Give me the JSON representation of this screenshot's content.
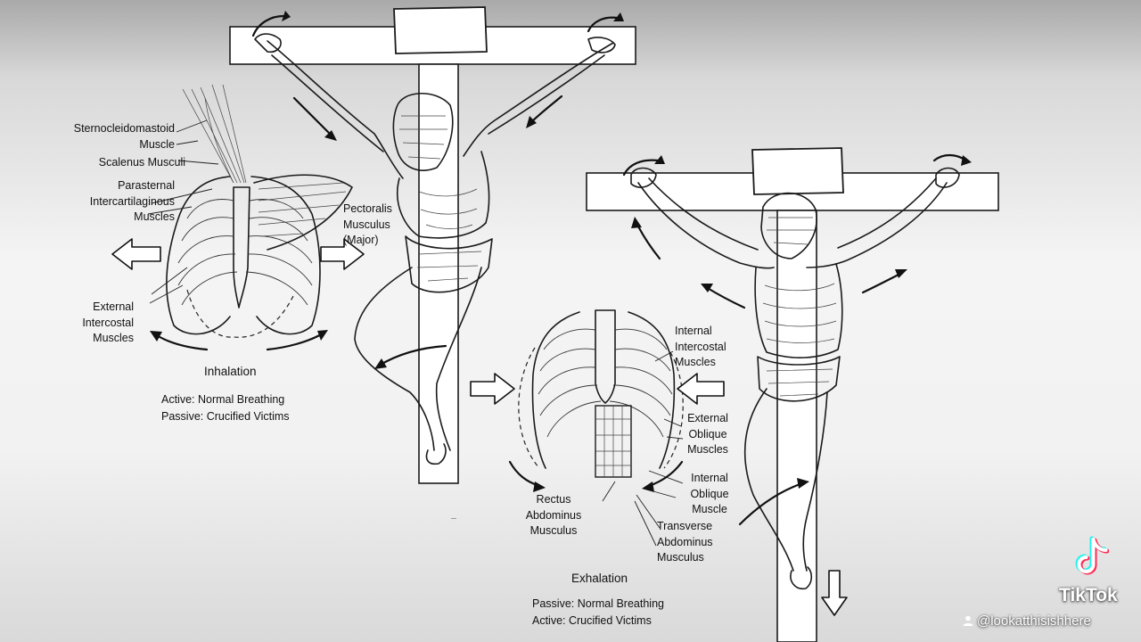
{
  "inhalation": {
    "labels": {
      "sternocleidomastoid": "Sternocleidomastoid\nMuscle",
      "scalenus": "Scalenus Musculi",
      "parasternal": "Parasternal\nIntercartilaginous\nMuscles",
      "pectoralis": "Pectoralis\nMusculus\n(Major)",
      "external_intercostal": "External\nIntercostal\nMuscles"
    },
    "heading": "Inhalation",
    "line1": "Active: Normal Breathing",
    "line2": "Passive: Crucified Victims"
  },
  "exhalation": {
    "labels": {
      "internal_intercostal": "Internal\nIntercostal\nMuscles",
      "external_oblique": "External\nOblique\nMuscles",
      "internal_oblique": "Internal\nOblique\nMuscle",
      "rectus": "Rectus\nAbdominus\nMusculus",
      "transverse": "Transverse\nAbdominus\nMusculus"
    },
    "heading": "Exhalation",
    "line1": "Passive: Normal Breathing",
    "line2": "Active: Crucified Victims"
  },
  "watermark": {
    "brand": "TikTok",
    "handle": "@lookatthisishhere"
  }
}
